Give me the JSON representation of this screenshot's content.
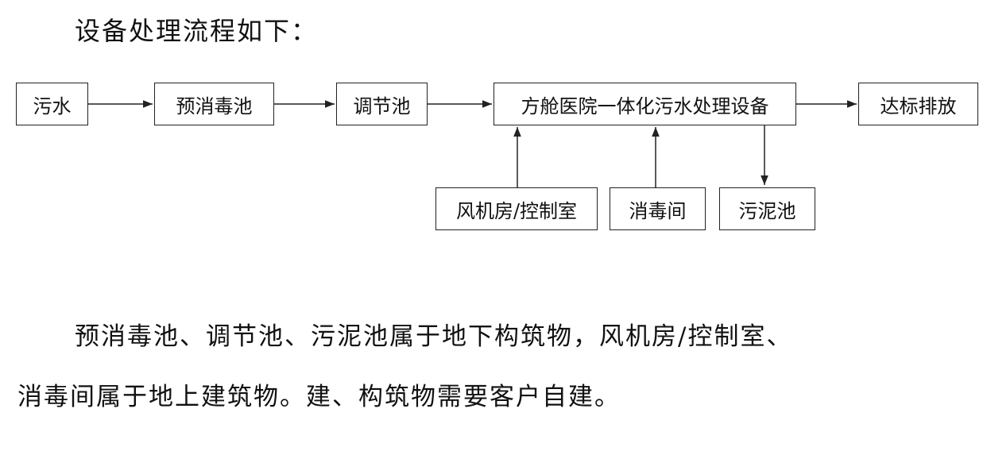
{
  "heading": "设备处理流程如下：",
  "flow": {
    "sewage": "污水",
    "pre_disinfection_tank": "预消毒池",
    "regulating_tank": "调节池",
    "treatment_equipment": "方舱医院一体化污水处理设备",
    "discharge": "达标排放",
    "fan_room": "风机房/控制室",
    "disinfection_room": "消毒间",
    "sludge_tank": "污泥池"
  },
  "paragraph": {
    "line1": "预消毒池、调节池、污泥池属于地下构筑物，风机房/控制室、",
    "line2": "消毒间属于地上建筑物。建、构筑物需要客户自建。"
  },
  "colors": {
    "line": "#222222",
    "text": "#111111"
  }
}
